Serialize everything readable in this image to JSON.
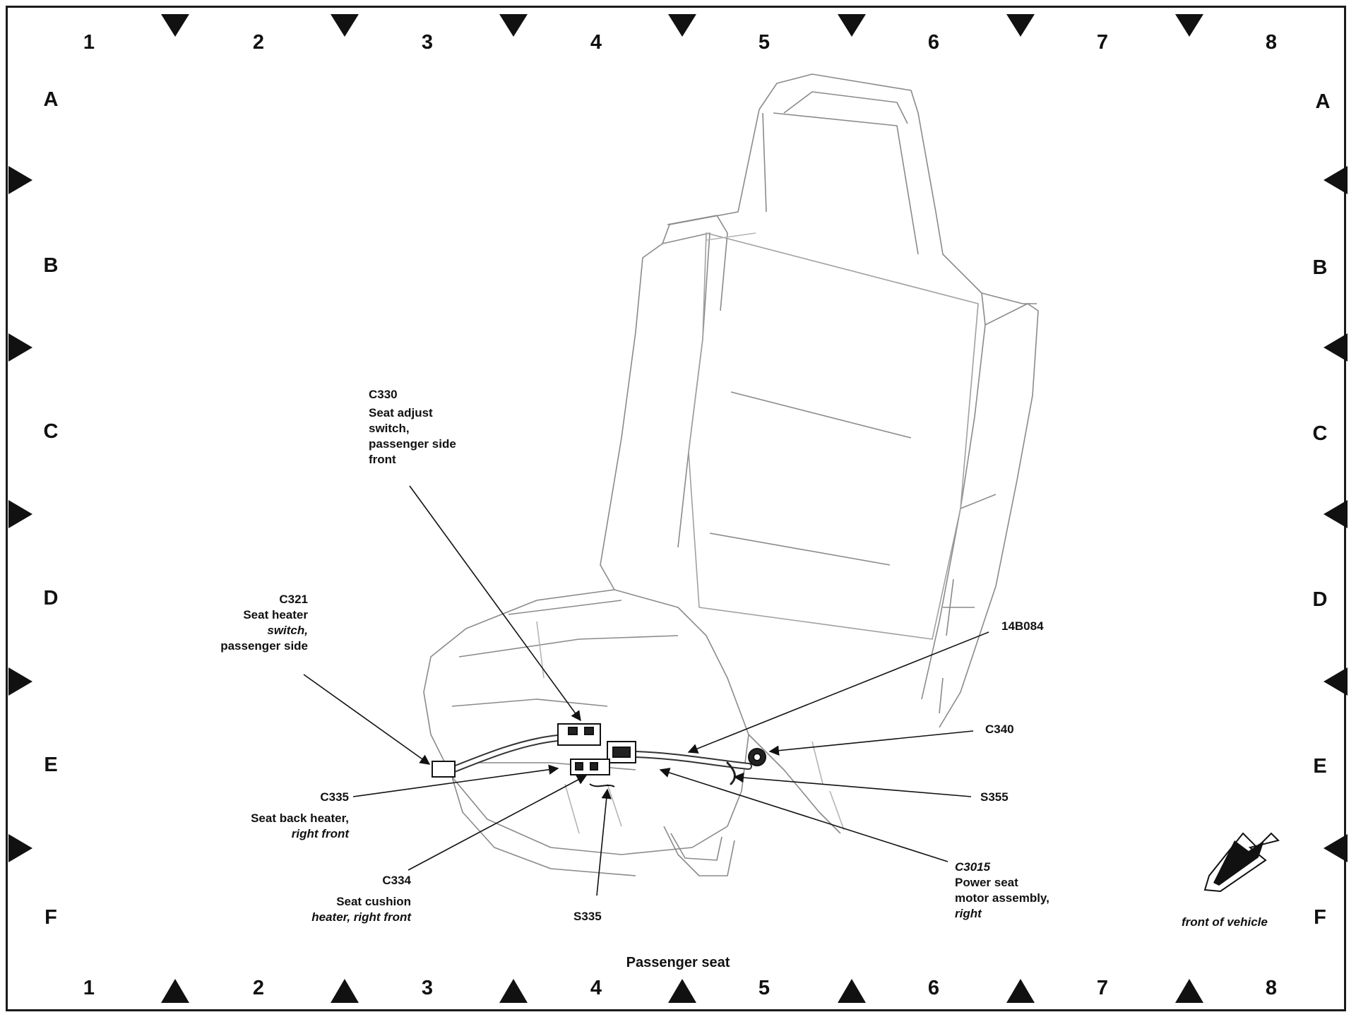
{
  "grid": {
    "columns": [
      "1",
      "2",
      "3",
      "4",
      "5",
      "6",
      "7",
      "8"
    ],
    "rows": [
      "A",
      "B",
      "C",
      "D",
      "E",
      "F"
    ]
  },
  "caption": "Passenger seat",
  "orientation_label": "front of vehicle",
  "callouts": {
    "c330": {
      "code": "C330",
      "desc": [
        "Seat adjust",
        "switch,",
        "passenger side",
        "front"
      ]
    },
    "c321": {
      "code": "C321",
      "desc": [
        "Seat heater",
        "switch,",
        "passenger side"
      ]
    },
    "p14b084": {
      "code": "14B084"
    },
    "c340": {
      "code": "C340"
    },
    "s355": {
      "code": "S355"
    },
    "c335": {
      "code": "C335",
      "desc": [
        "Seat back heater,",
        "right front"
      ]
    },
    "c334": {
      "code": "C334",
      "desc": [
        "Seat cushion",
        "heater, right front"
      ]
    },
    "s335": {
      "code": "S335"
    },
    "c3015": {
      "code": "C3015",
      "desc": [
        "Power seat",
        "motor assembly,",
        "right"
      ]
    }
  }
}
